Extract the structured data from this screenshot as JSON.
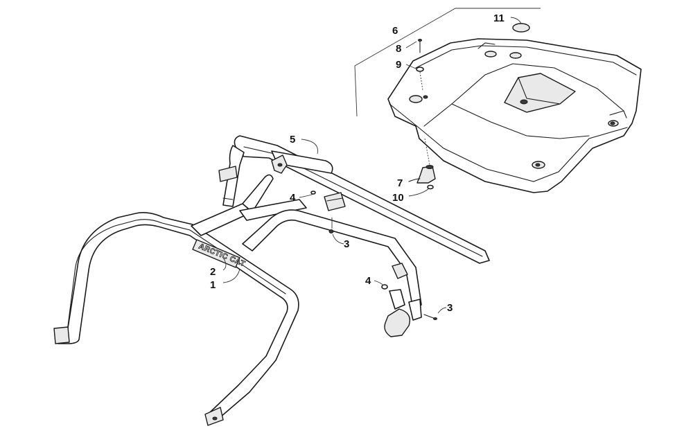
{
  "diagram": {
    "brand_marking": "ARCTIC CAT",
    "callouts": [
      {
        "id": "c1",
        "label": "1"
      },
      {
        "id": "c2",
        "label": "2"
      },
      {
        "id": "c3a",
        "label": "3"
      },
      {
        "id": "c3b",
        "label": "3"
      },
      {
        "id": "c4a",
        "label": "4"
      },
      {
        "id": "c4b",
        "label": "4"
      },
      {
        "id": "c5",
        "label": "5"
      },
      {
        "id": "c6",
        "label": "6"
      },
      {
        "id": "c7",
        "label": "7"
      },
      {
        "id": "c8",
        "label": "8"
      },
      {
        "id": "c9",
        "label": "9"
      },
      {
        "id": "c10",
        "label": "10"
      },
      {
        "id": "c11",
        "label": "11"
      }
    ]
  }
}
